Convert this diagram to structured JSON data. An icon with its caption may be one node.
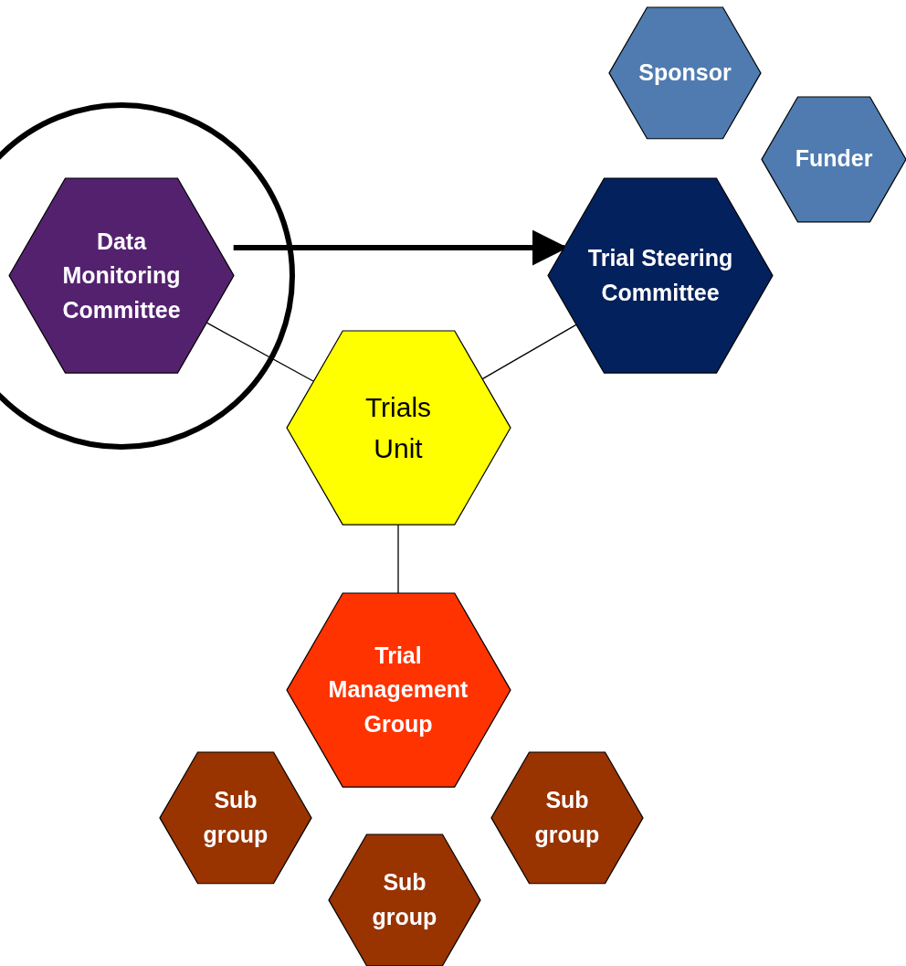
{
  "diagram": {
    "nodes": [
      {
        "text": [
          "Data Monitoring Committee"
        ]
      },
      {
        "text": [
          "Sponsor"
        ]
      },
      {
        "text": [
          "Funder"
        ]
      },
      {
        "text": [
          "Trial Steering Committee"
        ]
      },
      {
        "text": [
          "Trials Unit"
        ]
      },
      {
        "text": [
          "Trial Management Group"
        ]
      },
      {
        "text": [
          "Sub group"
        ]
      },
      {
        "text": [
          "Sub group"
        ]
      },
      {
        "text": [
          "Sub group"
        ]
      }
    ],
    "edges": [
      {
        "from": 0,
        "to": 3,
        "arrow": "to",
        "style": "thick"
      },
      {
        "from": 0,
        "to": 4,
        "arrow": "none"
      },
      {
        "from": 3,
        "to": 4,
        "arrow": "none"
      },
      {
        "from": 4,
        "to": 5,
        "arrow": "none"
      }
    ]
  }
}
